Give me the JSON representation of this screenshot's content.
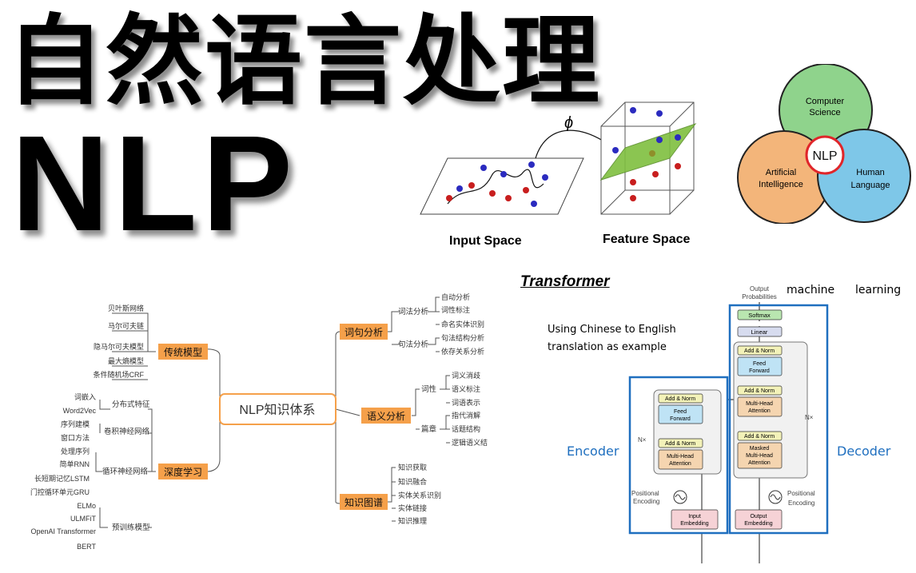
{
  "title": {
    "line1": "自然语言处理",
    "line2": "NLP"
  },
  "space": {
    "phi": "ϕ",
    "input_label": "Input Space",
    "feature_label": "Feature Space"
  },
  "venn": {
    "top": [
      "Computer",
      "Science"
    ],
    "left": [
      "Artificial",
      "Intelligence"
    ],
    "right": [
      "Human",
      "Language"
    ],
    "center": "NLP",
    "colors": {
      "top": "#8fd38c",
      "left": "#f3b57a",
      "right": "#7ec7e8",
      "center_ring": "#e0262a"
    }
  },
  "mindmap": {
    "root": "NLP知识体系",
    "branches": {
      "traditional": {
        "label": "传统模型",
        "leaves": [
          "贝叶斯网络",
          "马尔可夫链",
          "隐马尔可夫模型",
          "最大熵模型",
          "条件随机场CRF"
        ]
      },
      "deep": {
        "label": "深度学习",
        "groups": [
          {
            "label": "分布式特征",
            "leaves": [
              "词嵌入",
              "Word2Vec"
            ]
          },
          {
            "label": "卷积神经网络",
            "leaves": [
              "序列建模",
              "窗口方法"
            ]
          },
          {
            "label": "循环神经网络",
            "leaves": [
              "处理序列",
              "简单RNN",
              "长短期记忆LSTM",
              "门控循环单元GRU"
            ]
          },
          {
            "label": "预训练模型",
            "leaves": [
              "ELMo",
              "ULMFiT",
              "OpenAI Transformer",
              "BERT"
            ]
          }
        ]
      },
      "sentence": {
        "label": "词句分析",
        "groups": [
          {
            "label": "词法分析",
            "leaves": [
              "自动分析",
              "词性标注",
              "命名实体识别"
            ]
          },
          {
            "label": "句法分析",
            "leaves": [
              "句法结构分析",
              "依存关系分析"
            ]
          }
        ]
      },
      "semantic": {
        "label": "语义分析",
        "groups": [
          {
            "label": "词性",
            "leaves": [
              "词义消歧",
              "语义标注",
              "词语表示"
            ]
          },
          {
            "label": "篇章",
            "leaves": [
              "指代消解",
              "话题结构",
              "逻辑语义结"
            ]
          }
        ]
      },
      "kg": {
        "label": "知识图谱",
        "leaves": [
          "知识获取",
          "知识融合",
          "实体关系识别",
          "实体链接",
          "知识推理"
        ]
      }
    },
    "accent": "#f5a04a"
  },
  "transformer": {
    "heading": "Transformer",
    "note": [
      "Using Chinese to English",
      "translation as example"
    ],
    "top_words": [
      "machine",
      "learning"
    ],
    "encoder_label": "Encoder",
    "decoder_label": "Decoder",
    "output_probs": [
      "Output",
      "Probabilities"
    ],
    "softmax": "Softmax",
    "linear": "Linear",
    "add_norm": "Add & Norm",
    "feed_forward": [
      "Feed",
      "Forward"
    ],
    "multi_head": [
      "Multi-Head",
      "Attention"
    ],
    "masked_multi_head": [
      "Masked",
      "Multi-Head",
      "Attention"
    ],
    "nx": "N×",
    "positional": [
      "Positional",
      "Encoding"
    ],
    "input_embedding": [
      "Input",
      "Embedding"
    ],
    "output_embedding": [
      "Output",
      "Embedding"
    ],
    "accent": "#1f6fbf"
  }
}
